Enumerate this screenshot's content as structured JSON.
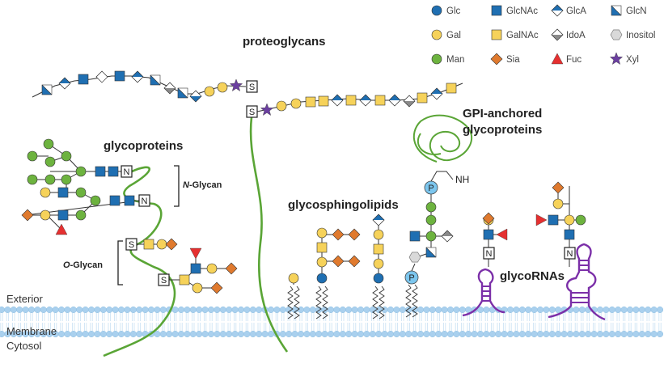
{
  "legend": {
    "items": [
      {
        "name": "Glc",
        "shape": "circle",
        "color": "#1f6fb2"
      },
      {
        "name": "GlcNAc",
        "shape": "square",
        "color": "#1f6fb2"
      },
      {
        "name": "GlcA",
        "shape": "diamond-half",
        "color": "#1f6fb2"
      },
      {
        "name": "GlcN",
        "shape": "square-half",
        "color": "#1f6fb2"
      },
      {
        "name": "Gal",
        "shape": "circle",
        "color": "#f6d25a"
      },
      {
        "name": "GalNAc",
        "shape": "square",
        "color": "#f6d25a"
      },
      {
        "name": "IdoA",
        "shape": "diamond-half",
        "color": "#8a8a8a"
      },
      {
        "name": "Inositol",
        "shape": "hexagon",
        "color": "#d9d9d9"
      },
      {
        "name": "Man",
        "shape": "circle",
        "color": "#6db33f"
      },
      {
        "name": "Sia",
        "shape": "diamond",
        "color": "#e07a2e"
      },
      {
        "name": "Fuc",
        "shape": "triangle",
        "color": "#e53030"
      },
      {
        "name": "Xyl",
        "shape": "star",
        "color": "#6b3fa0"
      }
    ]
  },
  "labels": {
    "proteoglycans": "proteoglycans",
    "glycoproteins": "glycoproteins",
    "n_glycan_prefix": "N",
    "n_glycan_suffix": "-Glycan",
    "o_glycan_prefix": "O",
    "o_glycan_suffix": "-Glycan",
    "glycosphingolipids": "glycosphingolipids",
    "gpi_line1": "GPI-anchored",
    "gpi_line2": "glycoproteins",
    "glycornas": "glycoRNAs",
    "exterior": "Exterior",
    "membrane": "Membrane",
    "cytosol": "Cytosol",
    "serine": "S",
    "asparagine": "N",
    "phosphate": "P",
    "nh": "NH"
  },
  "colors": {
    "blue": "#1f6fb2",
    "yellow": "#f6d25a",
    "green": "#6db33f",
    "orange": "#e07a2e",
    "red": "#e53030",
    "purple": "#6b3fa0",
    "grey": "#8a8a8a",
    "light_grey": "#d9d9d9",
    "membrane": "#a9d0ee",
    "protein": "#5aa536",
    "rna": "#7b2fa8",
    "phosphate": "#7cc6ee"
  }
}
